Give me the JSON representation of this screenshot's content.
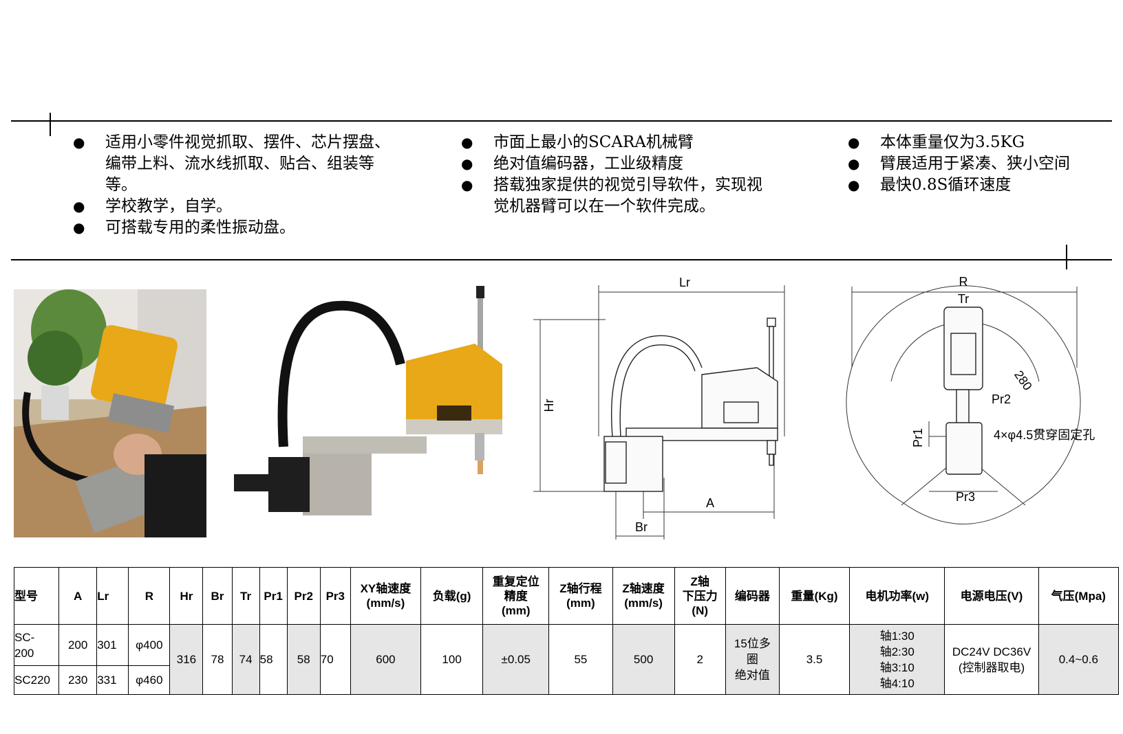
{
  "bullets": {
    "col1": [
      "适用小零件视觉抓取、摆件、芯片摆盘、编带上料、流水线抓取、贴合、组装等等。",
      "学校教学，自学。",
      "可搭载专用的柔性振动盘。"
    ],
    "col2": [
      "市面上最小的SCARA机械臂",
      "绝对值编码器，工业级精度",
      "搭载独家提供的视觉引导软件，实现视觉机器臂可以在一个软件完成。"
    ],
    "col3": [
      "本体重量仅为3.5KG",
      "臂展适用于紧凑、狭小空间",
      "最快0.8S循环速度"
    ],
    "bullet_glyph": "●"
  },
  "side_drawing": {
    "labels": {
      "lr": "Lr",
      "hr": "Hr",
      "a": "A",
      "br": "Br"
    }
  },
  "top_drawing": {
    "labels": {
      "r": "R",
      "tr": "Tr",
      "r280": "280",
      "pr2": "Pr2",
      "pr1": "Pr1",
      "pr3": "Pr3",
      "holes": "4×φ4.5贯穿固定孔"
    }
  },
  "table": {
    "headers": [
      "型号",
      "A",
      "Lr",
      "R",
      "Hr",
      "Br",
      "Tr",
      "Pr1",
      "Pr2",
      "Pr3",
      "XY轴速度\n(mm/s)",
      "负载(g)",
      "重复定位\n精度\n(mm)",
      "Z轴行程\n(mm)",
      "Z轴速度\n(mm/s)",
      "Z轴\n下压力\n(N)",
      "编码器",
      "重量(Kg)",
      "电机功率(w)",
      "电源电压(V)",
      "气压(Mpa)"
    ],
    "rows": [
      {
        "model": "SC-\n200",
        "a": "200",
        "lr": "301",
        "r": "φ400"
      },
      {
        "model": "SC220",
        "a": "230",
        "lr": "331",
        "r": "φ460"
      }
    ],
    "shared": {
      "hr": "316",
      "br": "78",
      "tr": "74",
      "pr1": "58",
      "pr2": "58",
      "pr3": "70",
      "xy_speed": "600",
      "load": "100",
      "repeat": "±0.05",
      "z_stroke": "55",
      "z_speed": "500",
      "z_force": "2",
      "encoder": "15位多\n圈\n绝对值",
      "weight": "3.5",
      "motor": "轴1:30\n轴2:30\n轴3:10\n轴4:10",
      "voltage": "DC24V DC36V\n(控制器取电)",
      "air": "0.4~0.6"
    }
  }
}
